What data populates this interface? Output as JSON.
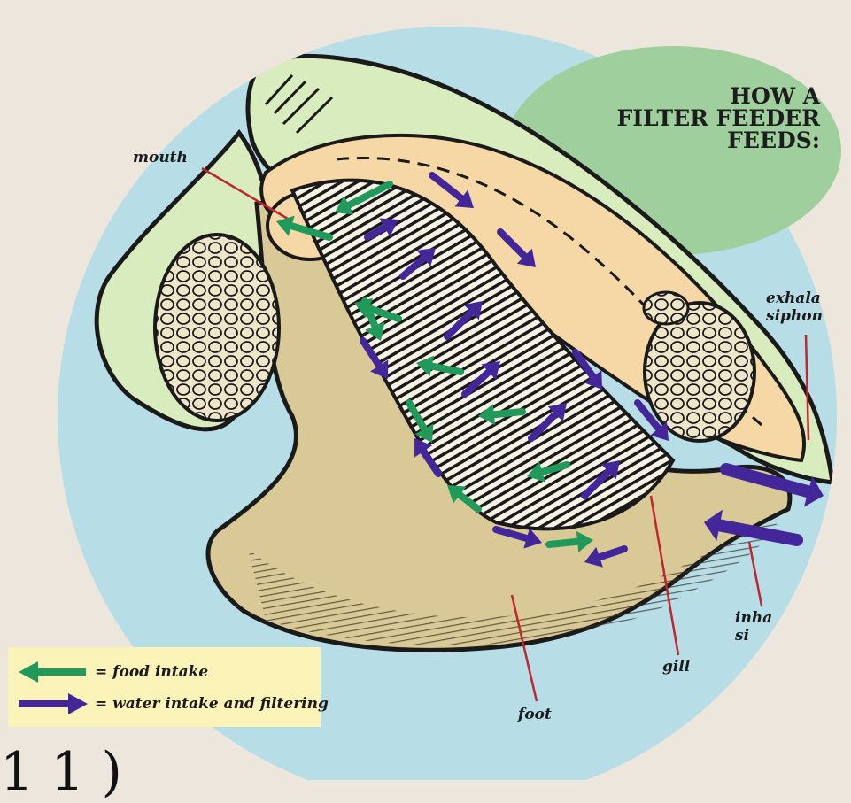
{
  "title": [
    "HOW A",
    "FILTER FEEDER",
    "FEEDS:"
  ],
  "labels": {
    "mouth": "mouth",
    "exhalant_siphon": [
      "exhala",
      "siphon"
    ],
    "inhalant_siphon": [
      "inha",
      "si"
    ],
    "gill": "gill",
    "foot": "foot"
  },
  "legend": {
    "food": "= food intake",
    "water": "= water intake and filtering"
  },
  "bottom_text": "1 1 )",
  "colors": {
    "background": "#ece6dc",
    "water_circle": "#b7dde6",
    "title_bubble": "#9fcf9c",
    "shell": "#d8ecbe",
    "body": "#d9c996",
    "mantle": "#f6d8a6",
    "food_arrow": "#1f9a5a",
    "water_arrow": "#43279a",
    "legend_bg": "#fbf3b8",
    "pointer": "#c0262d"
  }
}
